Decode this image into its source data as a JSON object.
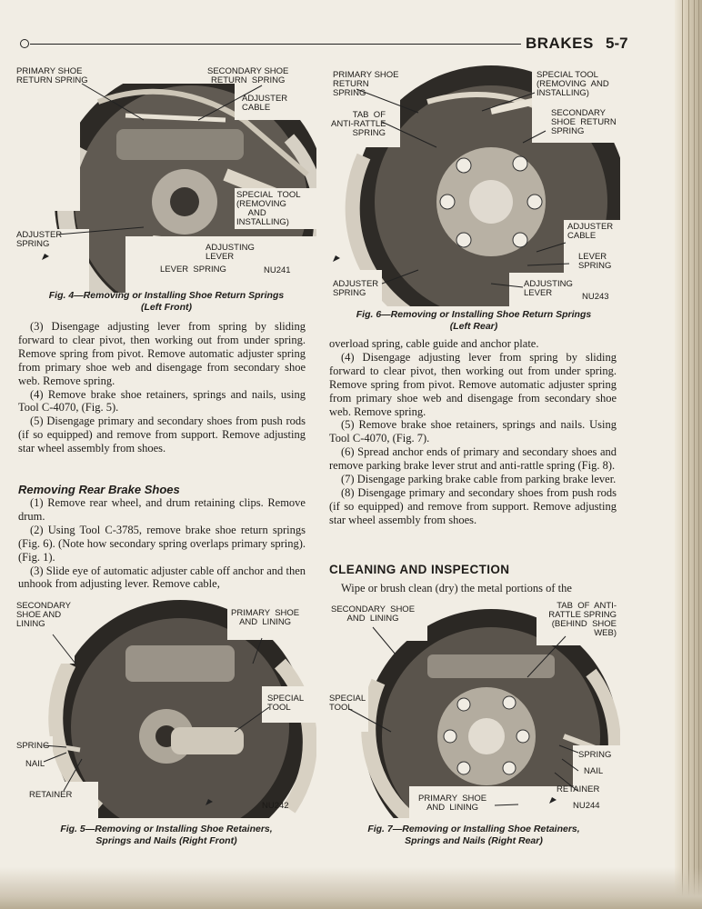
{
  "header": {
    "section": "BRAKES",
    "page_number": "5-7"
  },
  "figures": {
    "fig4": {
      "caption": "Fig. 4—Removing or Installing Shoe Return Springs\n(Left Front)",
      "code": "NU241",
      "labels": {
        "primary_return": "PRIMARY SHOE\nRETURN SPRING",
        "secondary_return": "SECONDARY SHOE\nRETURN  SPRING",
        "adjuster_cable": "ADJUSTER\nCABLE",
        "special_tool": "SPECIAL  TOOL\n(REMOVING\n     AND\nINSTALLING)",
        "adjuster_spring": "ADJUSTER\nSPRING",
        "adjusting_lever": "ADJUSTING\nLEVER",
        "lever_spring": "LEVER  SPRING"
      }
    },
    "fig5": {
      "caption": "Fig. 5—Removing or Installing Shoe Retainers,\nSprings and Nails (Right Front)",
      "code": "NU242",
      "labels": {
        "secondary_lining": "SECONDARY\nSHOE AND\nLINING",
        "primary_lining": "PRIMARY  SHOE\nAND  LINING",
        "special_tool": "SPECIAL\nTOOL",
        "spring": "SPRING",
        "nail": "NAIL",
        "retainer": "RETAINER"
      }
    },
    "fig6": {
      "caption": "Fig. 6—Removing or Installing Shoe Return Springs\n(Left Rear)",
      "code": "NU243",
      "labels": {
        "primary_return": "PRIMARY SHOE\nRETURN\nSPRING",
        "special_tool": "SPECIAL TOOL\n(REMOVING  AND\nINSTALLING)",
        "tab_antirattle": "TAB  OF\nANTI-RATTLE\nSPRING",
        "secondary_return": "SECONDARY\nSHOE  RETURN\nSPRING",
        "adjuster_cable": "ADJUSTER\nCABLE",
        "lever_spring": "LEVER\nSPRING",
        "adjuster_spring": "ADJUSTER\nSPRING",
        "adjusting_lever": "ADJUSTING\nLEVER"
      }
    },
    "fig7": {
      "caption": "Fig. 7—Removing or Installing Shoe Retainers,\nSprings and Nails (Right Rear)",
      "code": "NU244",
      "labels": {
        "secondary_lining": "SECONDARY  SHOE\nAND  LINING",
        "tab_antirattle": "TAB  OF  ANTI-\nRATTLE SPRING\n(BEHIND  SHOE\nWEB)",
        "special_tool": "SPECIAL\nTOOL",
        "spring": "SPRING",
        "nail": "NAIL",
        "retainer": "RETAINER",
        "primary_lining": "PRIMARY  SHOE\nAND  LINING"
      }
    }
  },
  "left_column": {
    "p3": "(3) Disengage adjusting lever from spring by sliding forward to clear pivot, then working out from under spring. Remove spring from pivot. Remove automatic adjuster spring from primary shoe web and disengage from secondary shoe web. Remove spring.",
    "p4": "(4) Remove brake shoe retainers, springs and nails, using Tool C-4070, (Fig. 5).",
    "p5": "(5) Disengage primary and secondary shoes from push rods (if so equipped) and remove from support. Remove adjusting star wheel assembly from shoes.",
    "heading": "Removing Rear Brake Shoes",
    "r1": "(1) Remove rear wheel, and drum retaining clips. Remove drum.",
    "r2": "(2) Using Tool C-3785, remove brake shoe return springs (Fig. 6). (Note how secondary spring overlaps primary spring). (Fig. 1).",
    "r3": "(3) Slide eye of automatic adjuster cable off anchor and then unhook from adjusting lever. Remove cable,"
  },
  "right_column": {
    "cont": "overload spring, cable guide and anchor plate.",
    "p4": "(4) Disengage adjusting lever from spring by sliding forward to clear pivot, then working out from under spring. Remove spring from pivot. Remove automatic adjuster spring from primary shoe web and disengage from secondary shoe web. Remove spring.",
    "p5": "(5) Remove brake shoe retainers, springs and nails. Using Tool C-4070, (Fig. 7).",
    "p6": "(6) Spread anchor ends of primary and secondary shoes and remove parking brake lever strut and anti-rattle spring (Fig. 8).",
    "p7": "(7) Disengage parking brake cable from parking brake lever.",
    "p8": "(8) Disengage primary and secondary shoes from push rods (if so equipped) and remove from support. Remove adjusting star wheel assembly from shoes.",
    "heading": "CLEANING AND INSPECTION",
    "wipe": "Wipe or brush clean (dry) the metal portions of the"
  }
}
